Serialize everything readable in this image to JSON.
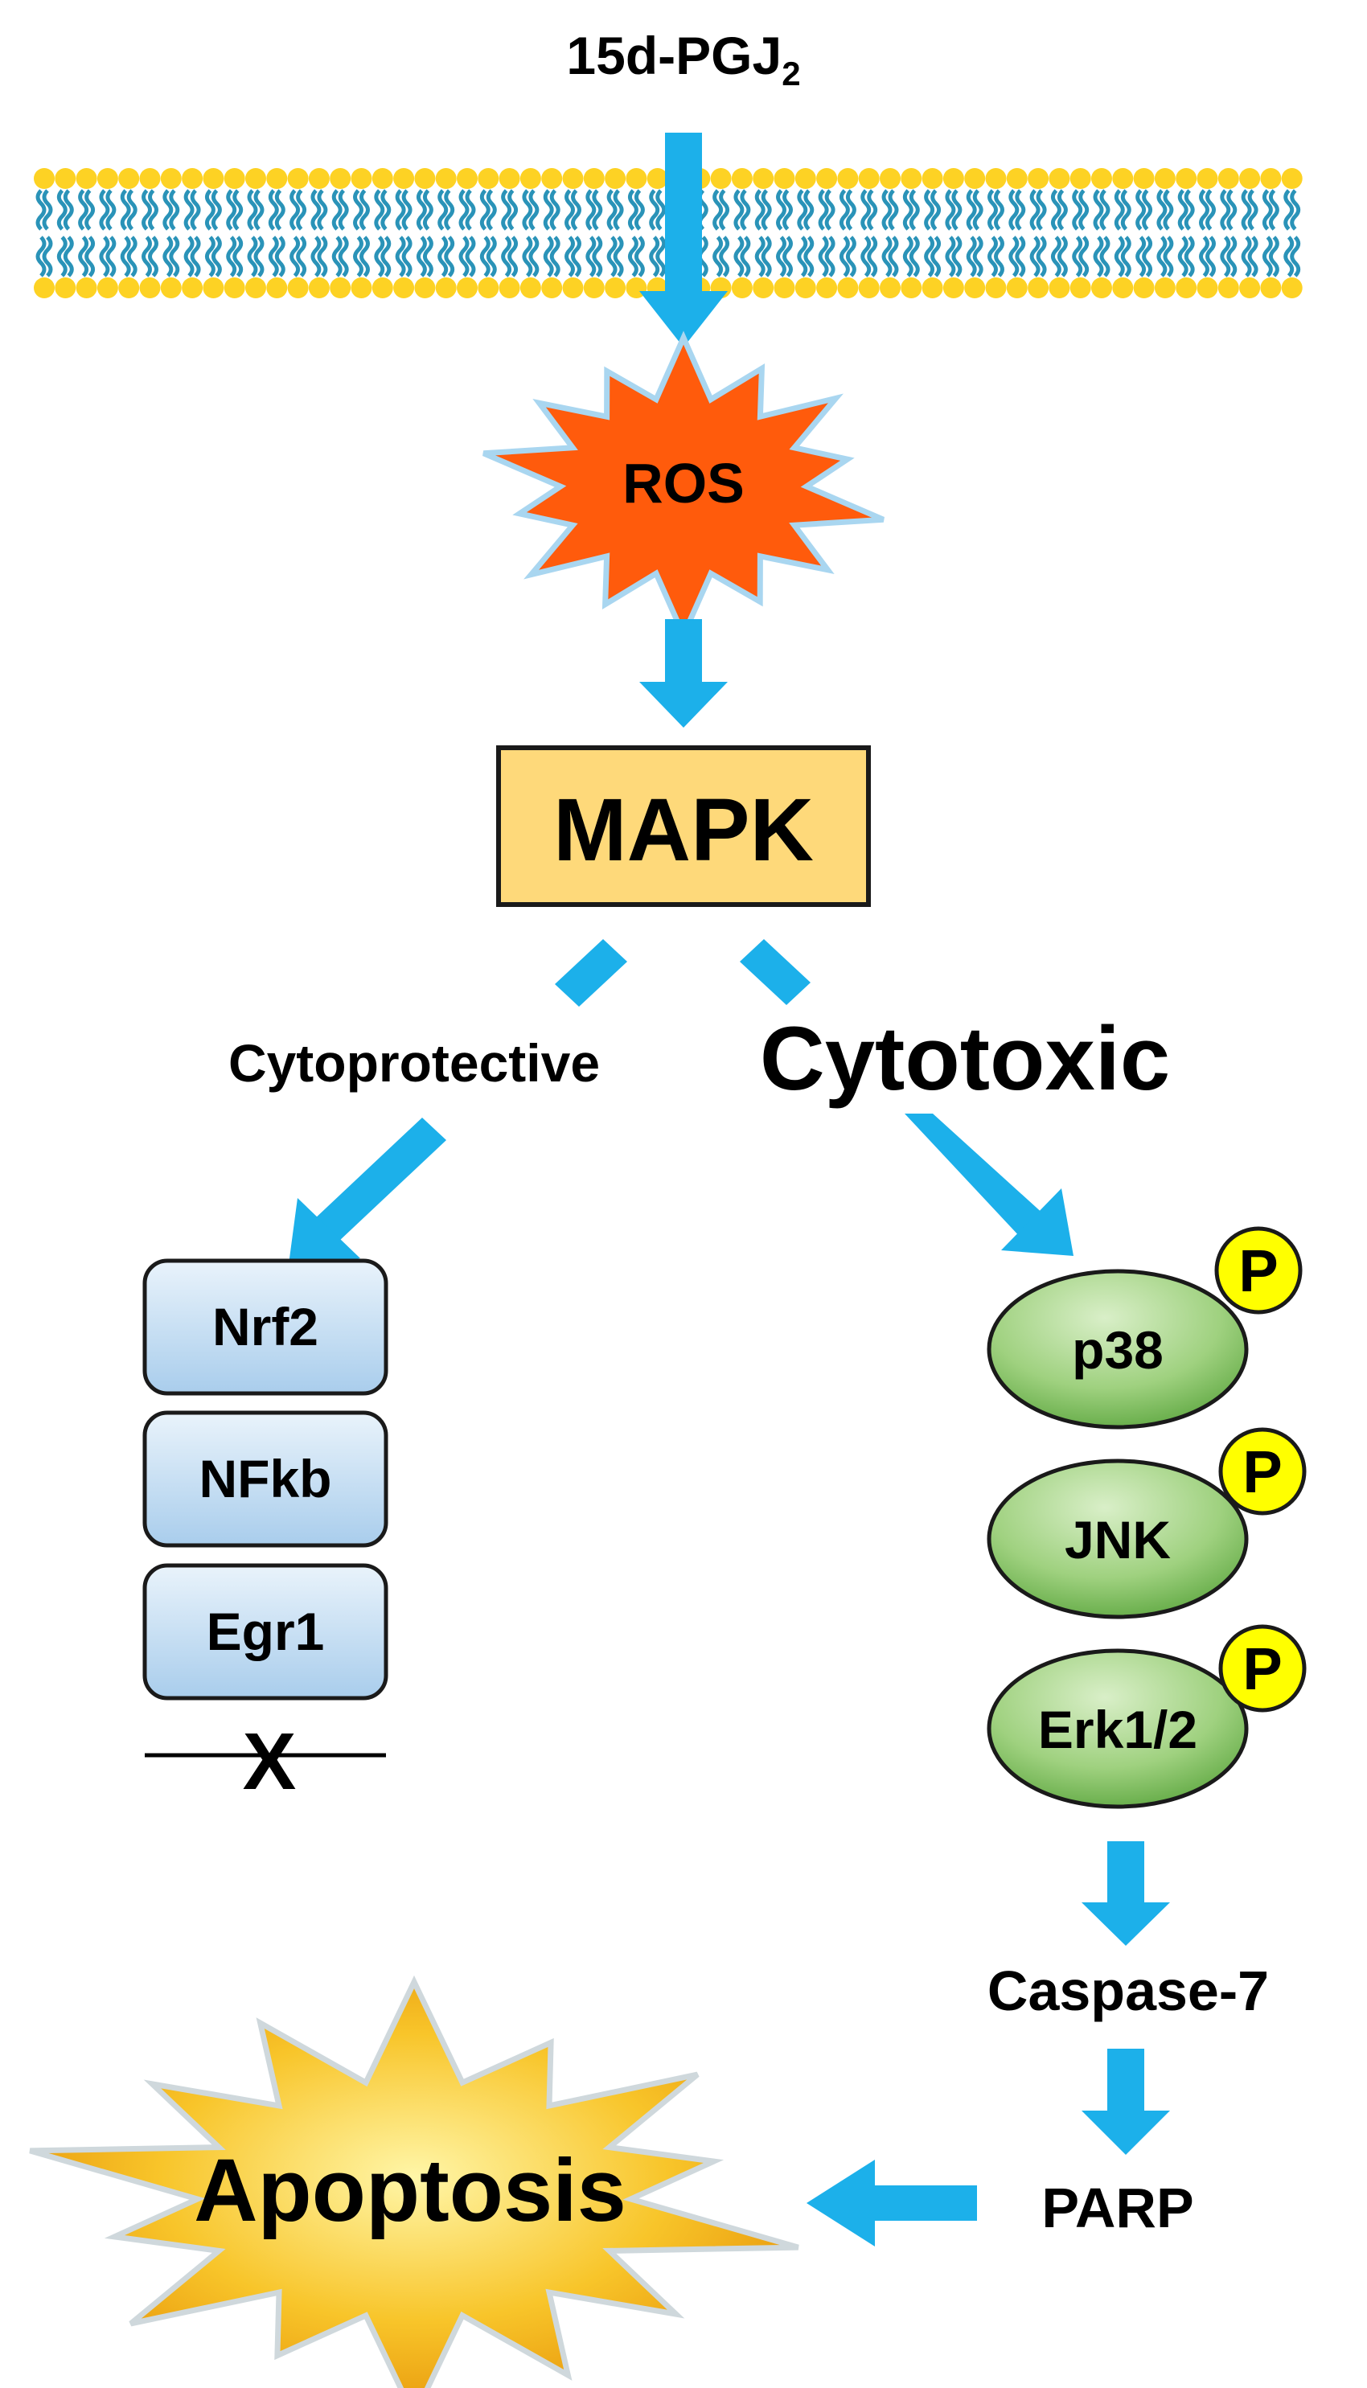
{
  "input": {
    "label": "15d-PGJ",
    "subscript": "2"
  },
  "nodes": {
    "ros": "ROS",
    "mapk": "MAPK",
    "cytoprotective": "Cytoprotective",
    "cytotoxic": "Cytotoxic",
    "caspase": "Caspase-7",
    "parp": "PARP",
    "apoptosis": "Apoptosis",
    "block_mark": "X",
    "phospho": "P"
  },
  "transcription_factors": [
    "Nrf2",
    "NFkb",
    "Egr1"
  ],
  "kinases": [
    "p38",
    "JNK",
    "Erk1/2"
  ],
  "colors": {
    "arrow": "#1cb0ea",
    "membrane_head": "#fdd224",
    "membrane_tail": "#2a93b8",
    "ros_fill": "#ff5b0c",
    "ros_outline": "#a9d6f0",
    "mapk_fill": "#fed97a",
    "box_fill_top": "#e9f3fb",
    "box_fill_bottom": "#a9cdec",
    "kinase_fill_top": "#c7e6b0",
    "kinase_fill_bottom": "#6fb551",
    "phospho_fill": "#ffff00",
    "apoptosis_fill_top": "#fff4a0",
    "apoptosis_fill_bottom": "#f0a30a"
  }
}
